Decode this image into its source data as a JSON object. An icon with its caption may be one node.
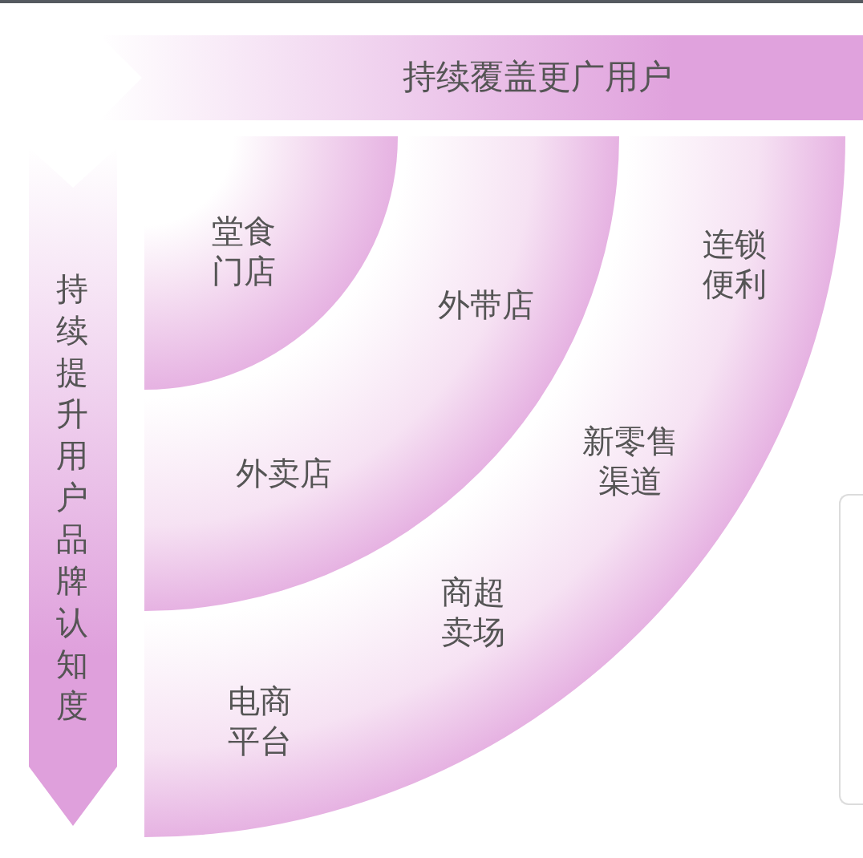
{
  "diagram": {
    "nodes": [
      {
        "text": [
          "持续覆盖更广用户"
        ]
      },
      {
        "text": [
          "持续提升用户品牌认知度"
        ]
      },
      {
        "text": [
          "堂食门店"
        ]
      },
      {
        "text": [
          "外带店",
          "外卖店"
        ]
      },
      {
        "text": [
          "连锁便利",
          "新零售渠道",
          "商超卖场",
          "电商平台"
        ]
      },
      {
        "text": [],
        "shape": "box"
      }
    ]
  }
}
